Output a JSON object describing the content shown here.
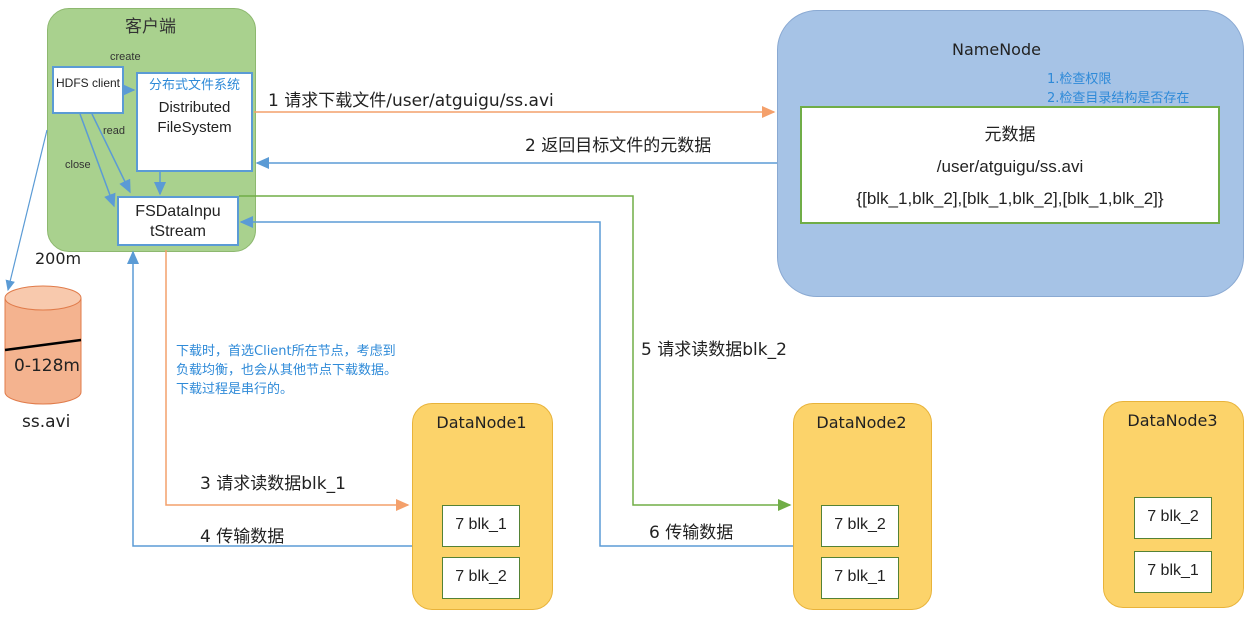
{
  "client": {
    "title": "客户端",
    "hdfs_client": "HDFS client",
    "create": "create",
    "read": "read",
    "close": "close",
    "dfs_cn": "分布式文件系统",
    "dfs_line1": "Distributed",
    "dfs_line2": "FileSystem",
    "fsin_line1": "FSDataInpu",
    "fsin_line2": "tStream"
  },
  "file": {
    "size_label": "200m",
    "range_label": "0-128m",
    "name": "ss.avi"
  },
  "namenode": {
    "title": "NameNode",
    "check1": "1.检查权限",
    "check2": "2.检查目录结构是否存在",
    "meta_title": "元数据",
    "meta_path": "/user/atguigu/ss.avi",
    "meta_blocks": "{[blk_1,blk_2],[blk_1,blk_2],[blk_1,blk_2]}"
  },
  "steps": {
    "s1": "1 请求下载文件/user/atguigu/ss.avi",
    "s2": "2 返回目标文件的元数据",
    "s3": "3 请求读数据blk_1",
    "s4": "4 传输数据",
    "s5": "5 请求读数据blk_2",
    "s6": "6 传输数据"
  },
  "note": {
    "line1": "下载时，首选Client所在节点，考虑到",
    "line2": "负载均衡，也会从其他节点下载数据。",
    "line3": "下载过程是串行的。"
  },
  "datanodes": [
    {
      "name": "DataNode1",
      "blocks": [
        "7 blk_1",
        "7 blk_2"
      ]
    },
    {
      "name": "DataNode2",
      "blocks": [
        "7 blk_2",
        "7 blk_1"
      ]
    },
    {
      "name": "DataNode3",
      "blocks": [
        "7 blk_2",
        "7 blk_1"
      ]
    }
  ],
  "colors": {
    "client_green": "#a9d18e",
    "namenode_blue": "#a6c3e6",
    "datanode_yellow": "#fcd36a",
    "orange_arrow": "#f4a06b",
    "blue_arrow": "#5b9bd5",
    "green_arrow": "#70ad47"
  }
}
